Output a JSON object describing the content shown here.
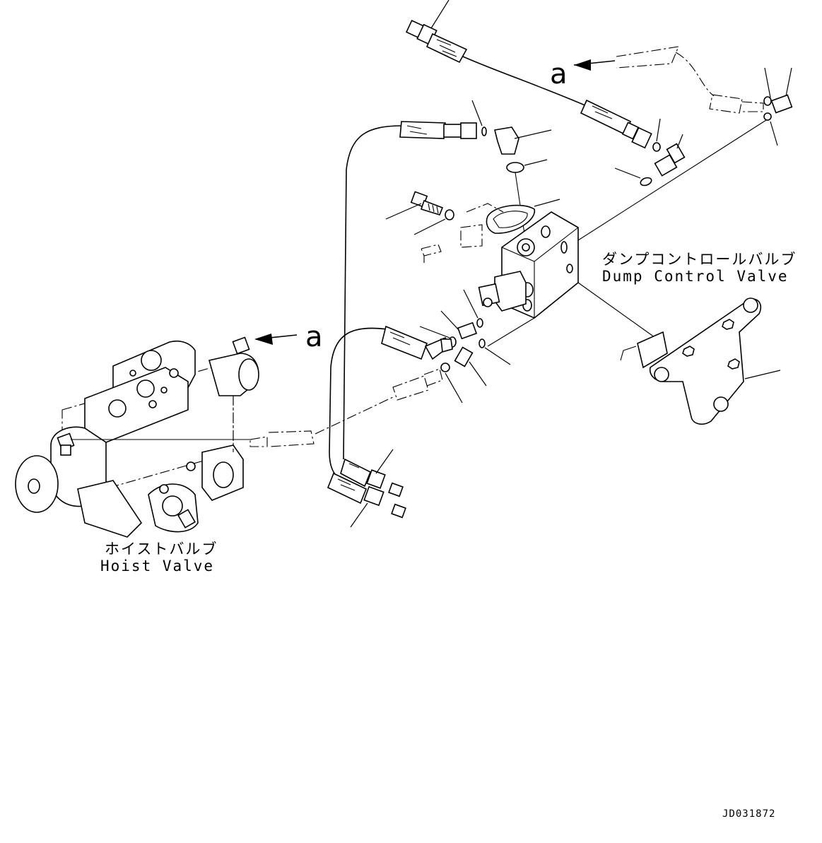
{
  "labels": {
    "dump_valve_jp": "ダンプコントロールバルブ",
    "dump_valve_en": "Dump Control Valve",
    "hoist_valve_jp": "ホイストバルブ",
    "hoist_valve_en": "Hoist Valve",
    "ref_a_top": "a",
    "ref_a_left": "a",
    "drawing_code": "JD031872"
  }
}
